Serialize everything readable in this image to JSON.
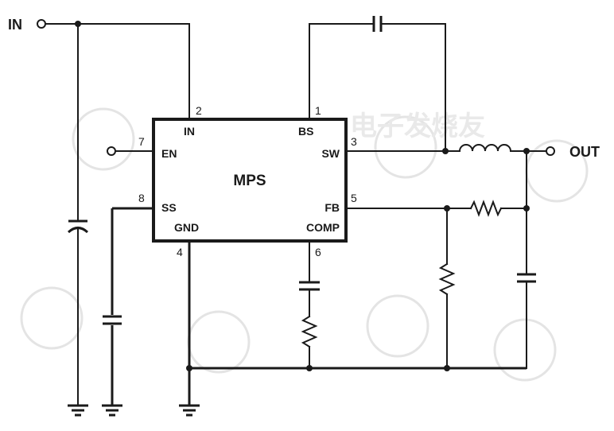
{
  "ports": {
    "input": "IN",
    "output": "OUT"
  },
  "chip": {
    "name": "MPS",
    "pins": [
      {
        "num": "2",
        "label": "IN"
      },
      {
        "num": "1",
        "label": "BS"
      },
      {
        "num": "3",
        "label": "SW"
      },
      {
        "num": "7",
        "label": "EN"
      },
      {
        "num": "8",
        "label": "SS"
      },
      {
        "num": "5",
        "label": "FB"
      },
      {
        "num": "4",
        "label": "GND"
      },
      {
        "num": "6",
        "label": "COMP"
      }
    ]
  },
  "watermark": {
    "text": "电子发烧友"
  },
  "colors": {
    "ink": "#1a1a1a",
    "watermark": "#d9d9d9"
  }
}
